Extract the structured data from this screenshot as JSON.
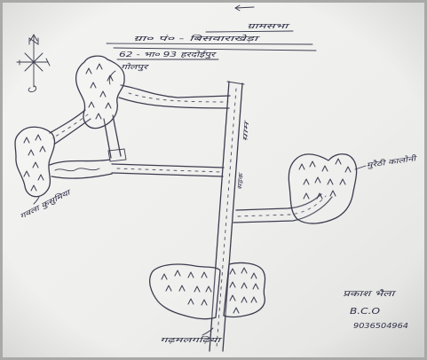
{
  "header": {
    "line1": "ग्रामसभा",
    "line2": "ग्रा० पं० - बिसवाराखेड़ा",
    "line3": "62 - भा० 93 हरदोईपुर"
  },
  "villages": {
    "top_left": "गोलपुर",
    "left": "गवला कुसुमिया",
    "right": "मुरैठी कालोनी",
    "bottom": "गढ़मलगढ़िया"
  },
  "roads": {
    "label_upper": "ग्राम",
    "label_lower": "सड़क"
  },
  "signature": {
    "name": "प्रकाश भैला",
    "designation": "B.C.O",
    "phone": "9036504964"
  },
  "icons": {
    "compass": "compass-icon",
    "hut": "hut-mark"
  },
  "colors": {
    "ink": "#3c3c50",
    "paper": "#eeeeec"
  }
}
